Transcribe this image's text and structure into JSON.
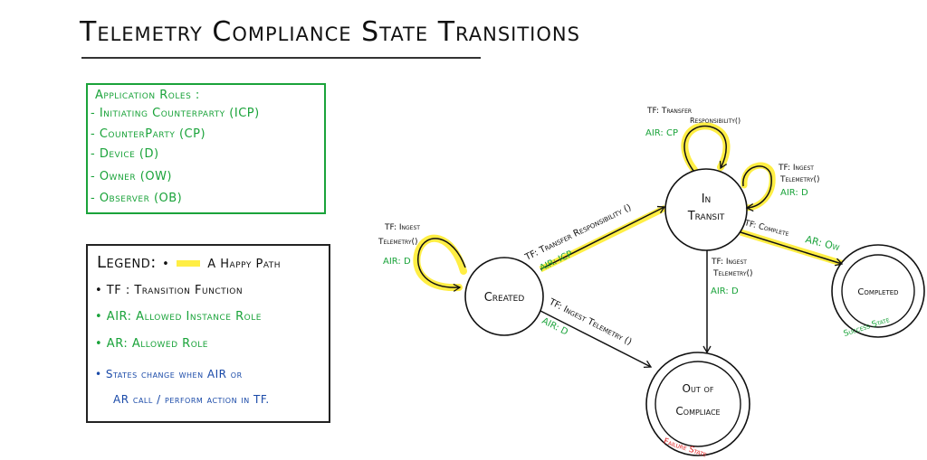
{
  "title": "Telemetry Compliance State Transitions",
  "roles": {
    "heading": "Application Roles :",
    "items": [
      "- Initiating Counterparty (ICP)",
      "- CounterParty (CP)",
      "- Device (D)",
      "- Owner (OW)",
      "- Observer (OB)"
    ]
  },
  "legend": {
    "title": "Legend:",
    "happy_path_bullet": "•",
    "happy_path_label": "A Happy Path",
    "happy_path_color": "#ffee44",
    "items": [
      {
        "text": "• TF : Transition Function",
        "color": "black"
      },
      {
        "text": "• AIR: Allowed Instance Role",
        "color": "green"
      },
      {
        "text": "• AR: Allowed Role",
        "color": "green"
      }
    ],
    "note_line1": "• States change when AIR or",
    "note_line2": "AR call / perform action in TF."
  },
  "colors": {
    "green": "#1aa33a",
    "blue": "#1a4aa8",
    "red": "#e02020",
    "highlight": "#ffee44",
    "ink": "#111111"
  },
  "states": {
    "created": "Created",
    "in_transit_line1": "In",
    "in_transit_line2": "Transit",
    "completed": "Completed",
    "completed_caption": "Success State",
    "out_of_compliance_line1": "Out of",
    "out_of_compliance_line2": "Compliace",
    "out_of_compliance_caption": "Failure State"
  },
  "transitions": {
    "created_self": {
      "tf1": "TF: Ingest",
      "tf2": "Telemetry()",
      "role": "AIR: D"
    },
    "created_to_transit": {
      "tf": "TF: Transfer Responsibility ()",
      "role": "AIR: ICP"
    },
    "created_to_ooc": {
      "tf": "TF: Ingest Telemetry ()",
      "role": "AIR: D"
    },
    "transit_self_top": {
      "tf1": "TF: Transfer",
      "tf2": "Responsibility()",
      "role": "AIR: CP"
    },
    "transit_self_right": {
      "tf1": "TF: Ingest",
      "tf2": "Telemetry()",
      "role": "AIR: D"
    },
    "transit_to_completed": {
      "tf": "TF: Complete",
      "role": "AR: Ow"
    },
    "transit_to_ooc": {
      "tf1": "TF: Ingest",
      "tf2": "Telemetry()",
      "role": "AIR: D"
    }
  }
}
